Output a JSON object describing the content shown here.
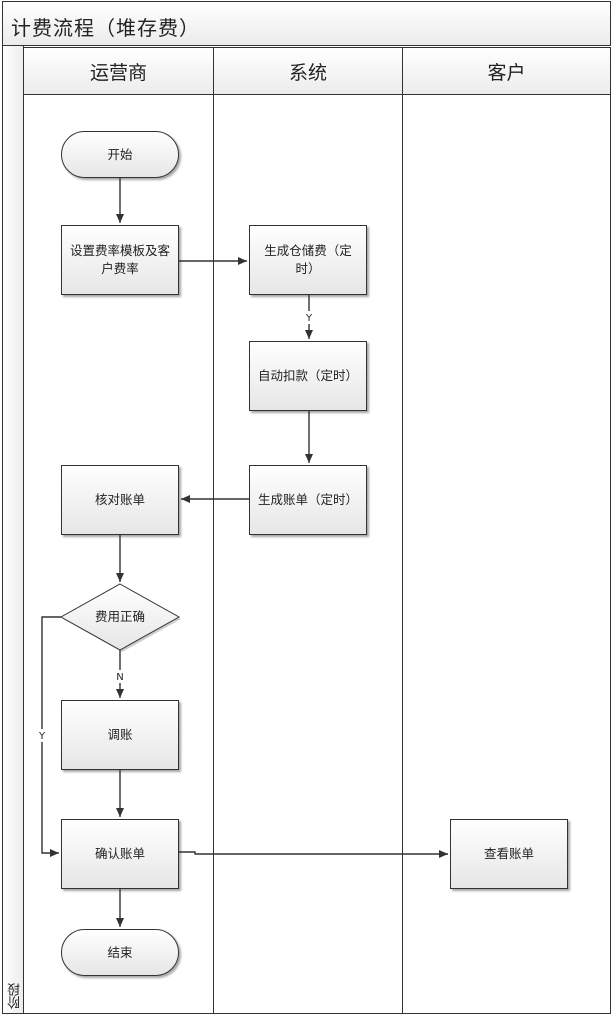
{
  "title": "计费流程（堆存费）",
  "stage_label": "阶段",
  "lanes": [
    "运营商",
    "系统",
    "客户"
  ],
  "nodes": {
    "start": "开始",
    "set_rates": "设置费率模板及客户费率",
    "gen_storage_fee": "生成仓储费（定时）",
    "auto_deduct": "自动扣款（定时）",
    "gen_bill": "生成账单（定时）",
    "check_bill": "核对账单",
    "fee_correct": "费用正确",
    "adjust": "调账",
    "confirm_bill": "确认账单",
    "view_bill": "查看账单",
    "end": "结束"
  },
  "edge_labels": {
    "storage_to_deduct": "Y",
    "correct_no": "N",
    "correct_yes": "Y"
  }
}
